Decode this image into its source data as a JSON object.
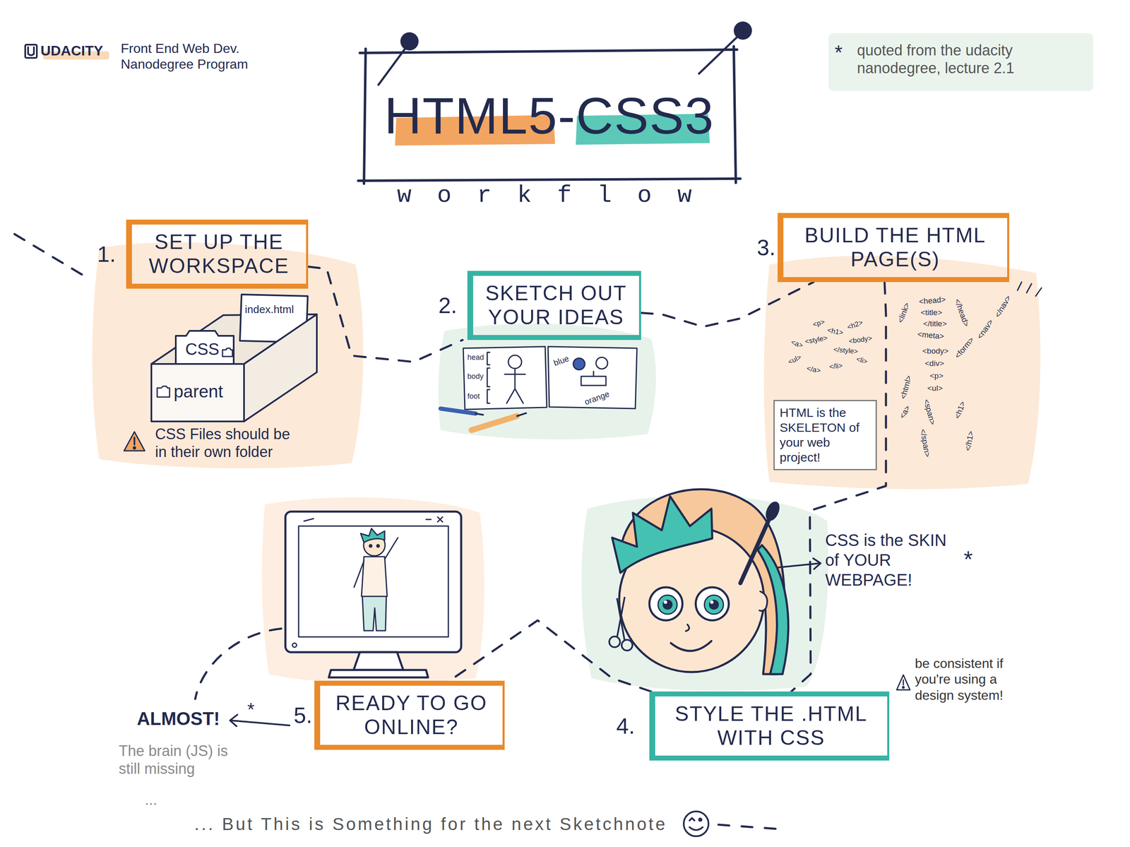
{
  "diagram": {
    "title": "HTML5-CSS3",
    "nodes": [
      {
        "text": [
          "1.",
          "SET UP THE WORKSPACE"
        ]
      },
      {
        "text": [
          "2.",
          "SKETCH OUT YOUR IDEAS"
        ]
      },
      {
        "text": [
          "3.",
          "BUILD THE HTML PAGE(S)"
        ]
      },
      {
        "text": [
          "HTML is the SKELETON of your web project!"
        ]
      },
      {
        "text": [
          "4.",
          "STYLE THE .HTML WITH CSS"
        ]
      },
      {
        "text": [
          "5.",
          "READY TO GO ONLINE?"
        ]
      }
    ],
    "edges": [
      {
        "from": 0,
        "to": 1,
        "arrow": "none"
      },
      {
        "from": 1,
        "to": 2,
        "arrow": "none"
      },
      {
        "from": 2,
        "to": 4,
        "arrow": "none"
      },
      {
        "from": 4,
        "to": 5,
        "arrow": "none"
      }
    ],
    "labels": [
      "UDACITY",
      "Front End Web Dev. Nanodegree Program",
      "*",
      "quoted from the udacity nanodegree, lecture 2.1",
      "workflow",
      "index.html",
      "CSS",
      "parent",
      "CSS Files should be in their own folder",
      "head",
      "body",
      "foot",
      "blue",
      "orange",
      "<p>",
      "<h1>",
      "<h2>",
      "<a>",
      "<style>",
      "</style>",
      "<body>",
      "<ul>",
      "<li>",
      "</li>",
      "</a>",
      "<head>",
      "<title>",
      "</title>",
      "</head>",
      "<link>",
      "<meta>",
      "<body>",
      "<div>",
      "<p>",
      "<ul>",
      "<html>",
      "<a>",
      "<form>",
      "<nav>",
      "</nav>",
      "<span>",
      "</span>",
      "<h1>",
      "</h1>",
      "CSS is the SKIN of YOUR WEBPAGE!",
      "*",
      "be consistent if you're using a design system!",
      "ALMOST!",
      "*",
      "The brain (JS) is still missing",
      "...",
      "... But This is Something for the next Sketchnote"
    ]
  }
}
